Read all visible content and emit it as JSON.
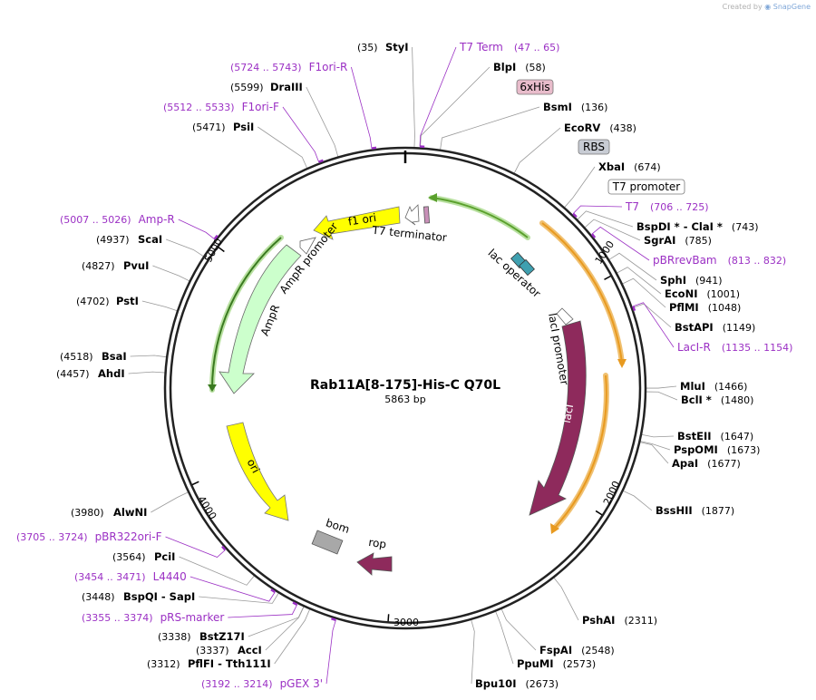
{
  "credit": {
    "prefix": "Created by",
    "brand": "SnapGene"
  },
  "plasmid": {
    "name": "Rab11A[8-175]-His-C Q70L",
    "size": "5863 bp",
    "length": 5863
  },
  "colors": {
    "feature_label": "#9b30c4",
    "rop": "#8e2a5c",
    "laci": "#8e2a5c",
    "ori": "#ffff00",
    "ampr": "#ccffcc",
    "lac_op": "#3fa0b0",
    "bom": "#a8a8a8",
    "gene_bar_orange": "#f0a020",
    "gene_bar_green": "#5aa02c"
  },
  "ticks": [
    {
      "label": "1000",
      "bp": 1000
    },
    {
      "label": "2000",
      "bp": 2000
    },
    {
      "label": "3000",
      "bp": 3000
    },
    {
      "label": "4000",
      "bp": 4000
    },
    {
      "label": "5000",
      "bp": 5000
    }
  ],
  "sites": [
    {
      "pos": "(35)",
      "name": "StyI",
      "bp": 35
    },
    {
      "pos": "(58)",
      "name": "BlpI",
      "bp": 58
    },
    {
      "pos": "(136)",
      "name": "BsmI",
      "bp": 136
    },
    {
      "pos": "(438)",
      "name": "EcoRV",
      "bp": 438
    },
    {
      "pos": "(674)",
      "name": "XbaI",
      "bp": 674
    },
    {
      "pos": "(743)",
      "name": "BspDI * - ClaI *",
      "bp": 743
    },
    {
      "pos": "(785)",
      "name": "SgrAI",
      "bp": 785
    },
    {
      "pos": "(941)",
      "name": "SphI",
      "bp": 941
    },
    {
      "pos": "(1001)",
      "name": "EcoNI",
      "bp": 1001
    },
    {
      "pos": "(1048)",
      "name": "PflMI",
      "bp": 1048
    },
    {
      "pos": "(1149)",
      "name": "BstAPI",
      "bp": 1149
    },
    {
      "pos": "(1466)",
      "name": "MluI",
      "bp": 1466
    },
    {
      "pos": "(1480)",
      "name": "BclI *",
      "bp": 1480
    },
    {
      "pos": "(1647)",
      "name": "BstEII",
      "bp": 1647
    },
    {
      "pos": "(1673)",
      "name": "PspOMI",
      "bp": 1673
    },
    {
      "pos": "(1677)",
      "name": "ApaI",
      "bp": 1677
    },
    {
      "pos": "(1877)",
      "name": "BssHII",
      "bp": 1877
    },
    {
      "pos": "(2311)",
      "name": "PshAI",
      "bp": 2311
    },
    {
      "pos": "(2548)",
      "name": "FspAI",
      "bp": 2548
    },
    {
      "pos": "(2573)",
      "name": "PpuMI",
      "bp": 2573
    },
    {
      "pos": "(2673)",
      "name": "Bpu10I",
      "bp": 2673
    },
    {
      "pos": "(3312)",
      "name": "PflFI - Tth111I",
      "bp": 3312
    },
    {
      "pos": "(3337)",
      "name": "AccI",
      "bp": 3337
    },
    {
      "pos": "(3338)",
      "name": "BstZ17I",
      "bp": 3338
    },
    {
      "pos": "(3448)",
      "name": "BspQI - SapI",
      "bp": 3448
    },
    {
      "pos": "(3564)",
      "name": "PciI",
      "bp": 3564
    },
    {
      "pos": "(3980)",
      "name": "AlwNI",
      "bp": 3980
    },
    {
      "pos": "(4457)",
      "name": "AhdI",
      "bp": 4457
    },
    {
      "pos": "(4518)",
      "name": "BsaI",
      "bp": 4518
    },
    {
      "pos": "(4702)",
      "name": "PstI",
      "bp": 4702
    },
    {
      "pos": "(4827)",
      "name": "PvuI",
      "bp": 4827
    },
    {
      "pos": "(4937)",
      "name": "ScaI",
      "bp": 4937
    },
    {
      "pos": "(5471)",
      "name": "PsiI",
      "bp": 5471
    },
    {
      "pos": "(5599)",
      "name": "DraIII",
      "bp": 5599
    }
  ],
  "primers": [
    {
      "name": "T7 Term",
      "range": "(47 .. 65)",
      "bp": 56
    },
    {
      "name": "T7",
      "range": "(706 .. 725)",
      "bp": 715
    },
    {
      "name": "pBRrevBam",
      "range": "(813 .. 832)",
      "bp": 822
    },
    {
      "name": "LacI-R",
      "range": "(1135 .. 1154)",
      "bp": 1144
    },
    {
      "name": "pGEX 3'",
      "range": "(3192 .. 3214)",
      "bp": 3203
    },
    {
      "name": "pRS-marker",
      "range": "(3355 .. 3374)",
      "bp": 3364
    },
    {
      "name": "L4440",
      "range": "(3454 .. 3471)",
      "bp": 3462
    },
    {
      "name": "pBR322ori-F",
      "range": "(3705 .. 3724)",
      "bp": 3714
    },
    {
      "name": "Amp-R",
      "range": "(5007 .. 5026)",
      "bp": 5016
    },
    {
      "name": "F1ori-F",
      "range": "(5512 .. 5533)",
      "bp": 5522
    },
    {
      "name": "F1ori-R",
      "range": "(5724 .. 5743)",
      "bp": 5733
    }
  ],
  "boxed_features": [
    {
      "label": "6xHis",
      "kind": "tag"
    },
    {
      "label": "RBS",
      "kind": "rbs"
    },
    {
      "label": "T7 promoter",
      "kind": "promoter"
    }
  ],
  "inner_features": [
    {
      "label": "T7 terminator"
    },
    {
      "label": "f1 ori"
    },
    {
      "label": "AmpR promoter"
    },
    {
      "label": "AmpR"
    },
    {
      "label": "ori"
    },
    {
      "label": "bom"
    },
    {
      "label": "rop"
    },
    {
      "label": "lacI"
    },
    {
      "label": "lacI promoter"
    },
    {
      "label": "lac operator"
    }
  ]
}
